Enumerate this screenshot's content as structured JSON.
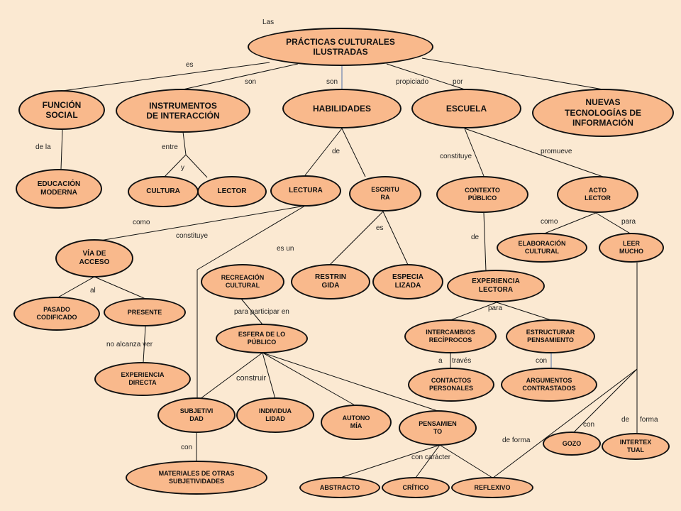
{
  "nodes": {
    "root": "PRÁCTICAS CULTURALES\nILUSTRADAS",
    "funcion": "FUNCIÓN\nSOCIAL",
    "instrumentos": "INSTRUMENTOS\nDE INTERACCIÓN",
    "habilidades": "HABILIDADES",
    "escuela": "ESCUELA",
    "nuevas": "NUEVAS\nTECNOLOGÍAS DE\nINFORMACIÓN",
    "educacion": "EDUCACIÓN\nMODERNA",
    "cultura": "CULTURA",
    "lector": "LECTOR",
    "lectura": "LECTURA",
    "escritura": "ESCRITU\nRA",
    "contexto": "CONTEXTO\nPÚBLICO",
    "acto": "ACTO\nLECTOR",
    "via": "VÍA DE\nACCESO",
    "elaboracion": "ELABORACIÓN\nCULTURAL",
    "leer": "LEER\nMUCHO",
    "recreacion": "RECREACIÓN\nCULTURAL",
    "restringida": "RESTRIN\nGIDA",
    "especializada": "ESPECIA\nLIZADA",
    "experiencia_lectora": "EXPERIENCIA\nLECTORA",
    "pasado": "PASADO\nCODIFICADO",
    "presente": "PRESENTE",
    "esfera": "ESFERA DE LO\nPÚBLICO",
    "intercambios": "INTERCAMBIOS\nRECÍPROCOS",
    "estructurar": "ESTRUCTURAR\nPENSAMIENTO",
    "experiencia_directa": "EXPERIENCIA\nDIRECTA",
    "contactos": "CONTACTOS\nPERSONALES",
    "argumentos": "ARGUMENTOS\nCONTRASTADOS",
    "subjetividad": "SUBJETIVI\nDAD",
    "individualidad": "INDIVIDUA\nLIDAD",
    "autonomia": "AUTONO\nMÍA",
    "pensamiento": "PENSAMIEN\nTO",
    "gozo": "GOZO",
    "intertextual": "INTERTEX\nTUAL",
    "materiales": "MATERIALES DE OTRAS\nSUBJETIVIDADES",
    "abstracto": "ABSTRACTO",
    "critico": "CRÍTICO",
    "reflexivo": "REFLEXIVO"
  },
  "labels": {
    "las": "Las",
    "es": "es",
    "son1": "son",
    "son2": "son",
    "propiciado": "propiciado",
    "por": "por",
    "de_la": "de  la",
    "entre": "entre",
    "y": "y",
    "de1": "de",
    "constituye1": "constituye",
    "promueve": "promueve",
    "como1": "como",
    "constituye2": "constituye",
    "es2": "es",
    "es_un": "es un",
    "como2": "como",
    "para1": "para",
    "de2": "de",
    "al": "al",
    "para_participar_en": "para   participar   en",
    "para2": "para",
    "no_alcanza_ver": "no alcanza  ver",
    "a": "a",
    "traves": "través",
    "con1": "con",
    "construir": "construir",
    "con2": "con",
    "de_forma1": "de forma",
    "con3": "con",
    "de3": "de",
    "forma": "forma",
    "con_caracter": "con  carácter"
  }
}
